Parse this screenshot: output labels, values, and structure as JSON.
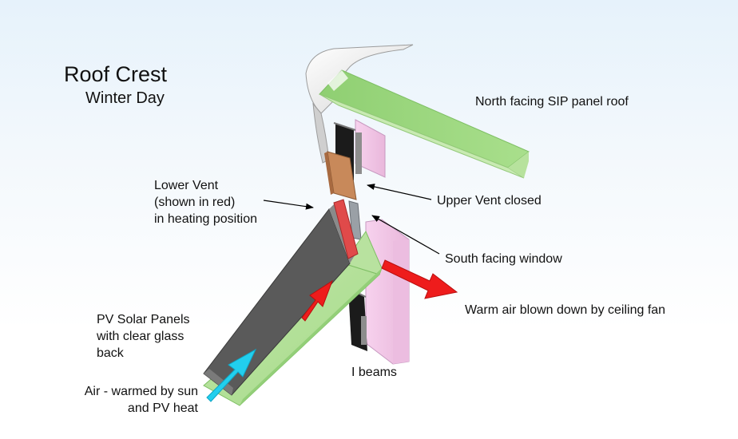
{
  "title": "Roof Crest",
  "subtitle": "Winter Day",
  "labels": {
    "north_roof": "North facing SIP panel roof",
    "lower_vent": "Lower Vent\n(shown in red)\nin heating position",
    "upper_vent": "Upper Vent closed",
    "south_window": "South facing window",
    "warm_air": "Warm air blown down by ceiling fan",
    "pv_panels": "PV Solar Panels\nwith clear glass\nback",
    "i_beams": "I beams",
    "air_warmed": "Air - warmed by sun\nand PV heat"
  },
  "colors": {
    "sip_green": "#a8dc8a",
    "pv_dark": "#555555",
    "vent_red": "#e04a4a",
    "upper_vent_brown": "#c8895a",
    "pink_wall": "#f2c6e6",
    "hot_arrow": "#ee1c1c",
    "cool_arrow": "#22cfee",
    "pointer": "#000000"
  },
  "icons": [
    "red-arrow-icon",
    "cyan-arrow-icon",
    "pointer-arrow-icon"
  ]
}
